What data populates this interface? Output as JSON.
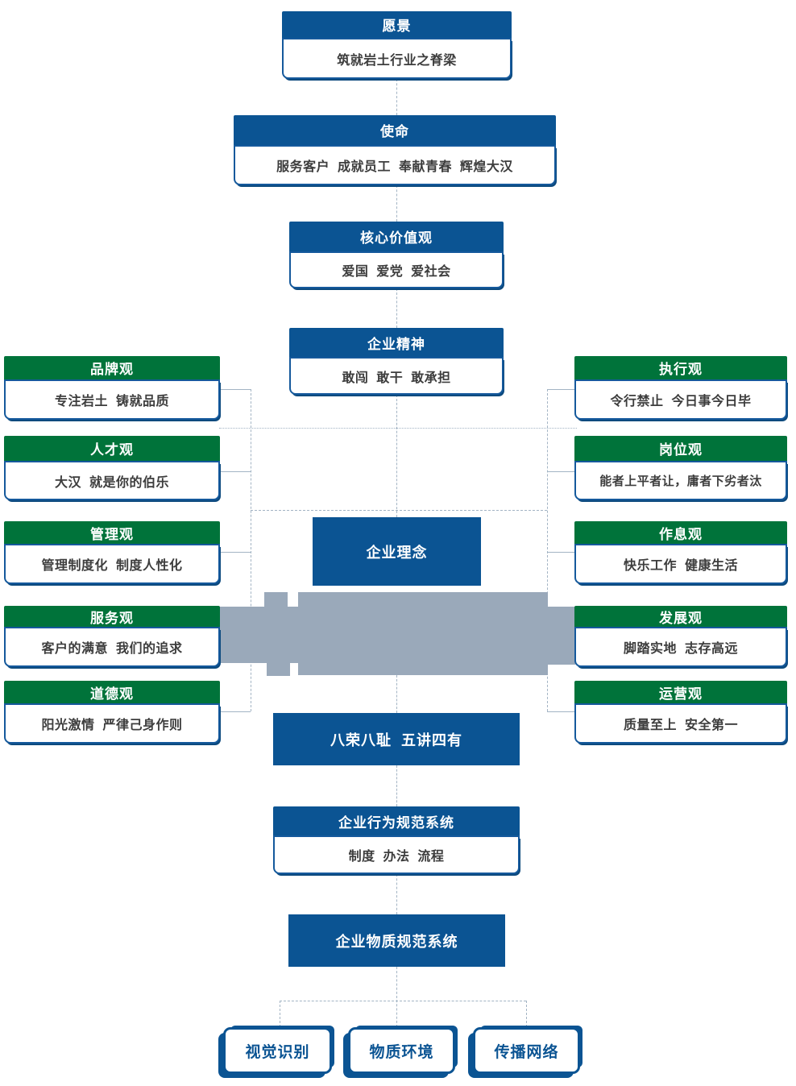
{
  "colors": {
    "blue": "#0b5493",
    "green": "#00733a",
    "gray": "#9aa9ba",
    "connector_line": "#a3b4c4",
    "body_text": "#3d3d3d"
  },
  "center": {
    "vision": {
      "title": "愿景",
      "body": "筑就岩土行业之脊梁"
    },
    "mission": {
      "title": "使命",
      "body": "服务客户  成就员工  奉献青春  辉煌大汉"
    },
    "core_values": {
      "title": "核心价值观",
      "body": "爱国  爱党  爱社会"
    },
    "spirit": {
      "title": "企业精神",
      "body": "敢闯  敢干  敢承担"
    },
    "philosophy": {
      "title": "企业理念"
    },
    "honors": {
      "title": "八荣八耻  五讲四有"
    },
    "behavior_system": {
      "title": "企业行为规范系统",
      "body": "制度  办法  流程"
    },
    "material_system": {
      "title": "企业物质规范系统"
    }
  },
  "left_values": [
    {
      "title": "品牌观",
      "body": "专注岩土  铸就品质"
    },
    {
      "title": "人才观",
      "body": "大汉  就是你的伯乐"
    },
    {
      "title": "管理观",
      "body": "管理制度化  制度人性化"
    },
    {
      "title": "服务观",
      "body": "客户的满意  我们的追求"
    },
    {
      "title": "道德观",
      "body": "阳光激情  严律己身作则"
    }
  ],
  "right_values": [
    {
      "title": "执行观",
      "body": "令行禁止  今日事今日毕"
    },
    {
      "title": "岗位观",
      "body": "能者上平者让，庸者下劣者汰"
    },
    {
      "title": "作息观",
      "body": "快乐工作  健康生活"
    },
    {
      "title": "发展观",
      "body": "脚踏实地  志存高远"
    },
    {
      "title": "运营观",
      "body": "质量至上  安全第一"
    }
  ],
  "bottom_items": [
    {
      "label": "视觉识别"
    },
    {
      "label": "物质环境"
    },
    {
      "label": "传播网络"
    }
  ]
}
